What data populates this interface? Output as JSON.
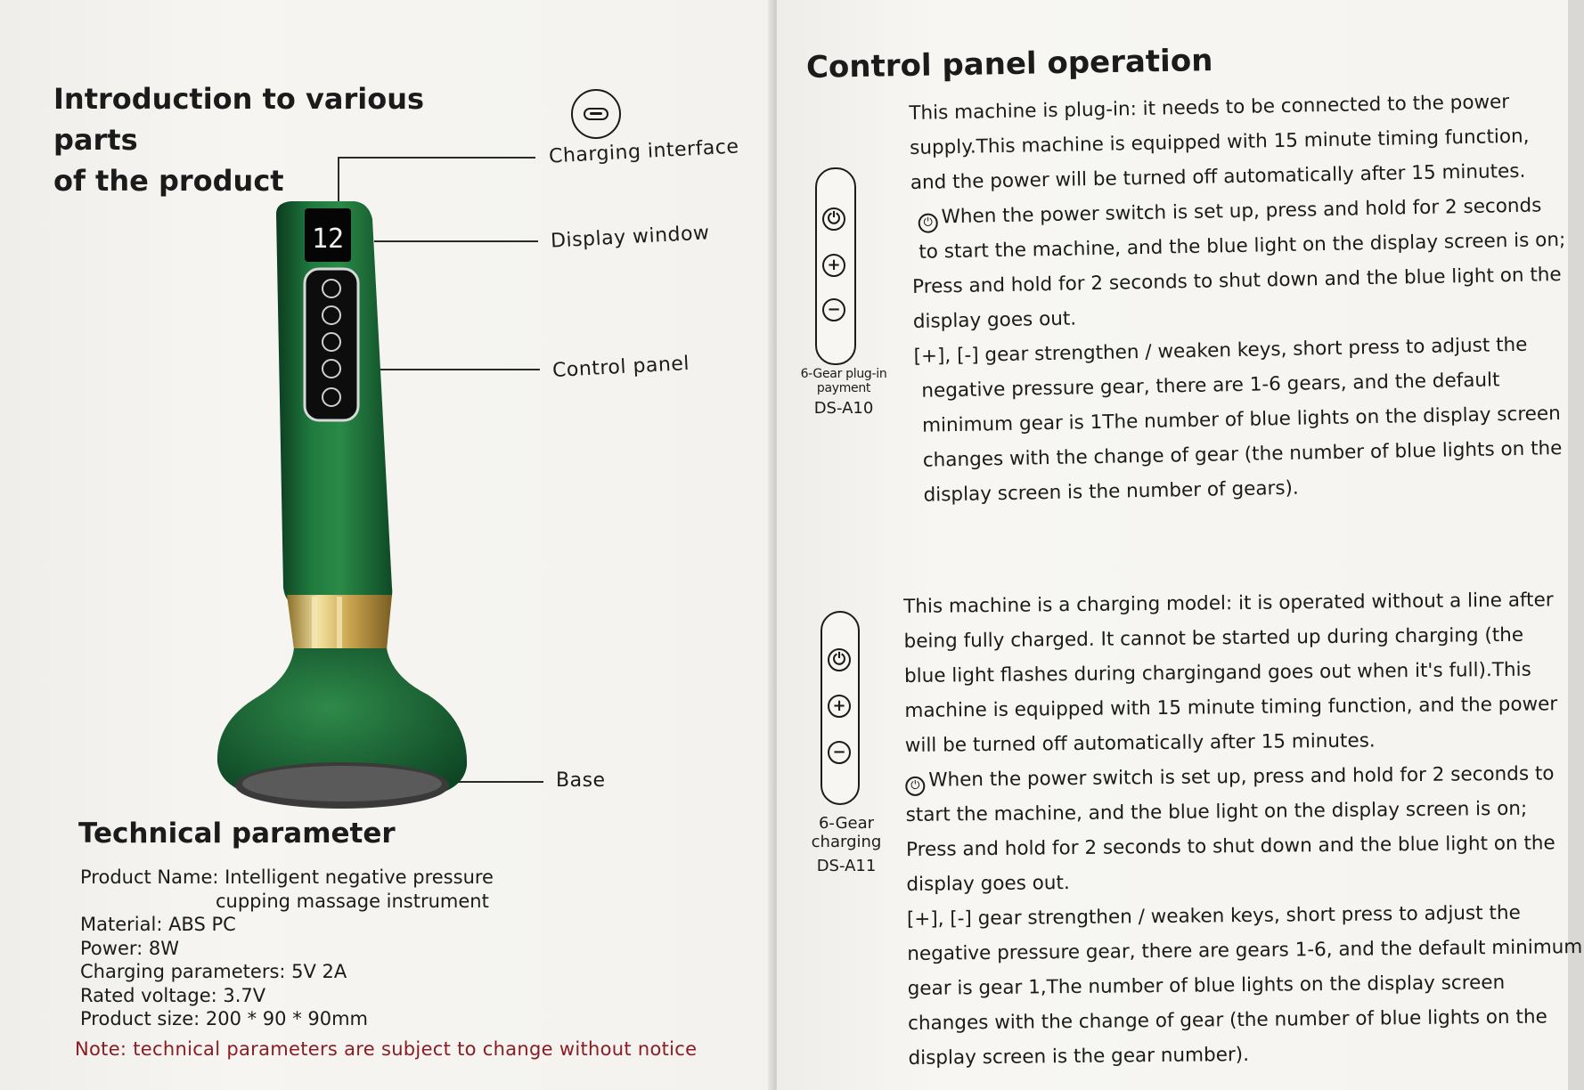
{
  "left_page": {
    "intro_title_line1": "Introduction to various parts",
    "intro_title_line2": "of the product",
    "display_digits": "12",
    "callouts": {
      "charging": "Charging interface",
      "display": "Display window",
      "control": "Control panel",
      "base": "Base"
    },
    "tech_title": "Technical parameter",
    "specs": {
      "name_line1": "Product Name: Intelligent negative pressure",
      "name_line2": "cupping massage instrument",
      "material": "Material: ABS PC",
      "power": "Power: 8W",
      "charging": "Charging parameters: 5V 2A",
      "voltage": "Rated voltage: 3.7V",
      "size": "Product size: 200 * 90 * 90mm"
    },
    "note": "Note: technical parameters are subject to change without notice"
  },
  "right_page": {
    "title": "Control panel operation",
    "model_a": {
      "label": "6-Gear plug-in payment",
      "code": "DS-A10",
      "lines": [
        "This machine is plug-in: it needs to be connected to the power",
        "supply.This machine is equipped with 15 minute timing function,",
        "and the power will be turned off automatically after 15 minutes.",
        "When the power switch is set up, press and hold for 2 seconds",
        "to start the machine, and the blue light on the display screen is on;",
        "Press and hold for 2 seconds to shut down and the blue light on the",
        "display goes out.",
        "[+], [-] gear strengthen / weaken keys, short press to adjust the",
        "negative pressure gear, there are 1-6 gears, and the default",
        "minimum gear is 1The number of blue lights on the display screen",
        "changes with the change of gear (the number of blue lights on the",
        "display screen is the number of gears)."
      ]
    },
    "model_b": {
      "label": "6-Gear charging",
      "code": "DS-A11",
      "lines": [
        "This machine is a charging model: it is operated without a line after",
        "being fully charged. It cannot be started up during charging (the",
        "blue light flashes during chargingand goes out when it's full).This",
        "machine is equipped with 15 minute timing function, and the power",
        "will be turned off automatically after 15 minutes.",
        "When the power switch is set up, press and hold for 2 seconds to",
        "start the machine, and the blue light on the display screen is on;",
        "Press and hold for 2 seconds to shut down and the blue light on the",
        "display goes out.",
        "[+], [-] gear strengthen / weaken keys, short press to adjust the",
        "negative pressure gear, there are gears 1-6, and the default minimum",
        "gear is gear 1,The number of blue lights on the display screen",
        "changes with the change of gear (the number of blue lights on the",
        "display screen is the gear number)."
      ]
    },
    "icons": [
      "power-icon",
      "plus-icon",
      "minus-icon"
    ]
  }
}
